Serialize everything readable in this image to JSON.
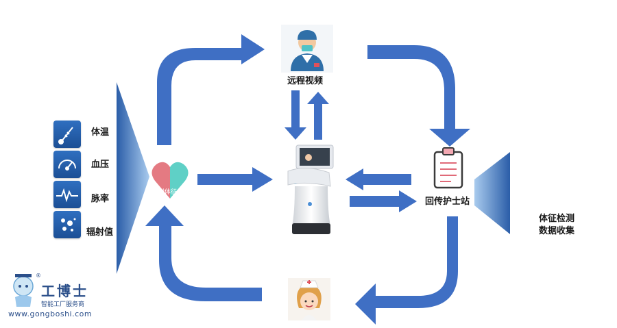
{
  "labels": {
    "remote_video": "远程视频",
    "nurse_station": "回传护士站",
    "vitals_collection": "体征检测\n数据收集",
    "temperature": "体温",
    "blood_pressure": "血压",
    "pulse": "脉率",
    "radiation": "辐射值"
  },
  "heart_overlay_text": "实时体征",
  "watermark": {
    "name": "工博士",
    "subtitle": "智能工厂服务商",
    "url": "www.gongboshi.com",
    "registered_mark": "®"
  },
  "colors": {
    "arrow_blue": "#3f6fc4",
    "trapezoid_blue": "#5b9bd5",
    "tile_blue": "#1f5aa6",
    "heart_pink": "#e47a82",
    "heart_teal": "#5fd0c6"
  }
}
